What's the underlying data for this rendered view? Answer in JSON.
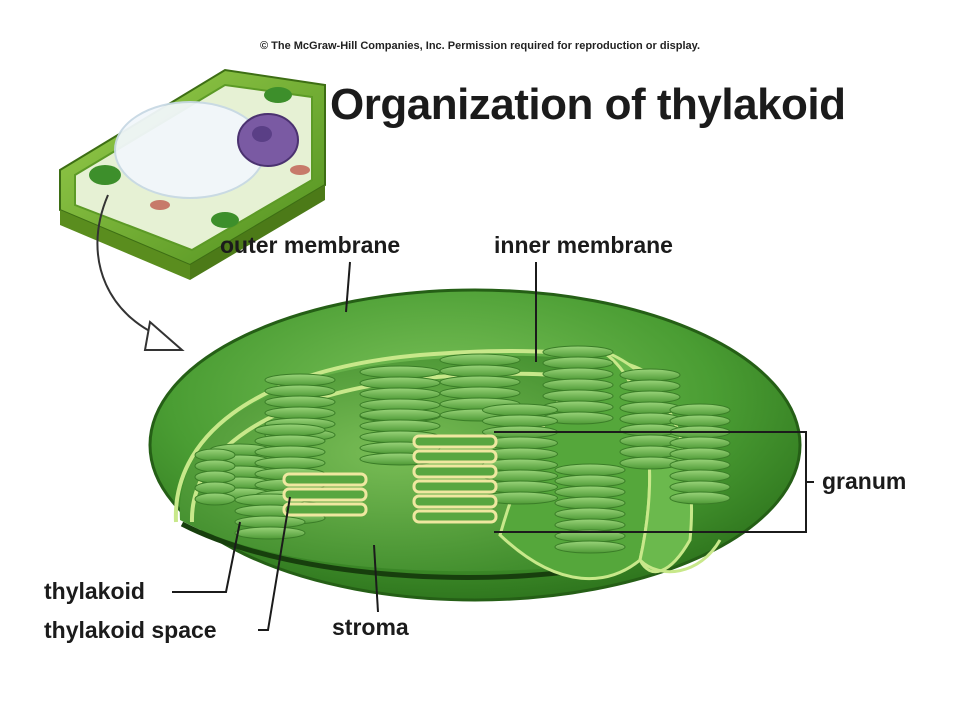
{
  "copyright": "© The McGraw-Hill Companies, Inc. Permission required for reproduction or display.",
  "title": "Organization of thylakoid",
  "labels": {
    "outer_membrane": "outer membrane",
    "inner_membrane": "inner membrane",
    "granum": "granum",
    "thylakoid": "thylakoid",
    "thylakoid_space": "thylakoid space",
    "stroma": "stroma"
  },
  "colors": {
    "chloroplast_dark": "#2f7d1f",
    "chloroplast_mid": "#4fa83a",
    "chloroplast_light": "#8fcf6a",
    "membrane_edge": "#c8e88a",
    "thylakoid_outline": "#e8e49a",
    "cell_wall": "#6fae2c"
  }
}
